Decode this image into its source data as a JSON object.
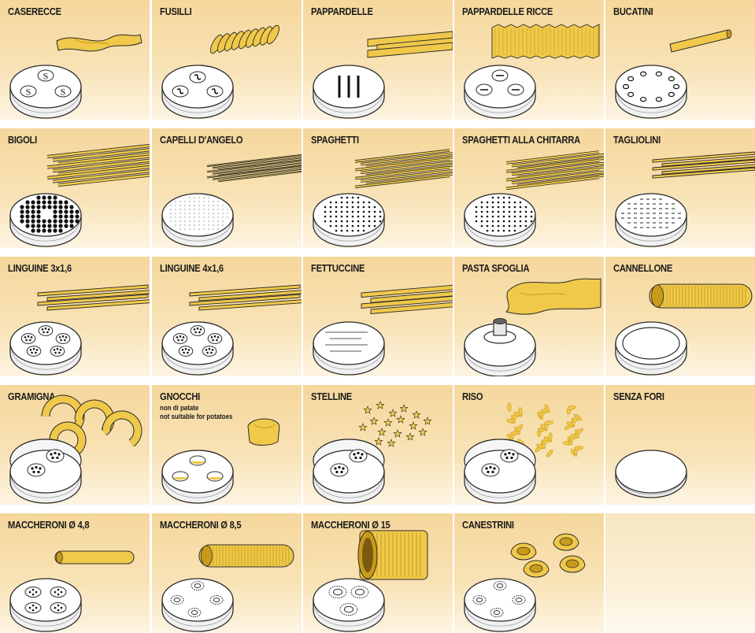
{
  "items": [
    {
      "name": "CASERECCE",
      "pasta": "twist",
      "die": "s-holes"
    },
    {
      "name": "FUSILLI",
      "pasta": "spiral",
      "die": "spiral-holes"
    },
    {
      "name": "PAPPARDELLE",
      "pasta": "wide-ribbons",
      "die": "slots"
    },
    {
      "name": "PAPPARDELLE RICCE",
      "pasta": "wavy-sheet",
      "die": "oval-slots"
    },
    {
      "name": "BUCATINI",
      "pasta": "hollow-tube",
      "die": "ring-holes"
    },
    {
      "name": "BIGOLI",
      "pasta": "thick-strands",
      "die": "large-dots"
    },
    {
      "name": "CAPELLI D'ANGELO",
      "pasta": "thin-strands",
      "die": "tiny-dots"
    },
    {
      "name": "SPAGHETTI",
      "pasta": "strands",
      "die": "small-dots"
    },
    {
      "name": "SPAGHETTI ALLA CHITARRA",
      "pasta": "square-strands",
      "die": "small-dots"
    },
    {
      "name": "TAGLIOLINI",
      "pasta": "flat-strands",
      "die": "dashes"
    },
    {
      "name": "LINGUINE 3x1,6",
      "pasta": "flat-ribbons",
      "die": "cluster-holes"
    },
    {
      "name": "LINGUINE 4x1,6",
      "pasta": "flat-ribbons",
      "die": "cluster-holes"
    },
    {
      "name": "FETTUCCINE",
      "pasta": "ribbons",
      "die": "lines"
    },
    {
      "name": "PASTA SFOGLIA",
      "pasta": "sheet",
      "die": "center-stub"
    },
    {
      "name": "CANNELLONE",
      "pasta": "big-tube",
      "die": "open-ring"
    },
    {
      "name": "GRAMIGNA",
      "pasta": "curls",
      "die": "cluster-stack"
    },
    {
      "name": "GNOCCHI",
      "note_it": "non di patate",
      "note_en": "not suitable for potatoes",
      "pasta": "dumpling",
      "die": "three-holes"
    },
    {
      "name": "STELLINE",
      "pasta": "stars",
      "die": "cluster-stack"
    },
    {
      "name": "RISO",
      "pasta": "rice",
      "die": "cluster-stack"
    },
    {
      "name": "SENZA FORI",
      "pasta": "none",
      "die": "plain"
    },
    {
      "name": "MACCHERONI Ø 4,8",
      "pasta": "tube",
      "die": "four-rings"
    },
    {
      "name": "MACCHERONI  Ø 8,5",
      "pasta": "ridged-tube",
      "die": "gear-rings"
    },
    {
      "name": "MACCHERONI  Ø 15",
      "pasta": "large-ridged-tube",
      "die": "large-gear-rings"
    },
    {
      "name": "CANESTRINI",
      "pasta": "baskets",
      "die": "gear-rings"
    },
    {
      "name": "",
      "pasta": "none",
      "die": "none"
    }
  ],
  "colors": {
    "pasta": "#f0c94a",
    "pasta_dark": "#c99a1a",
    "outline": "#2a2a2a",
    "die_fill": "#ffffff",
    "cell_top": "#f5d79c",
    "cell_bottom": "#fdf4e2"
  }
}
